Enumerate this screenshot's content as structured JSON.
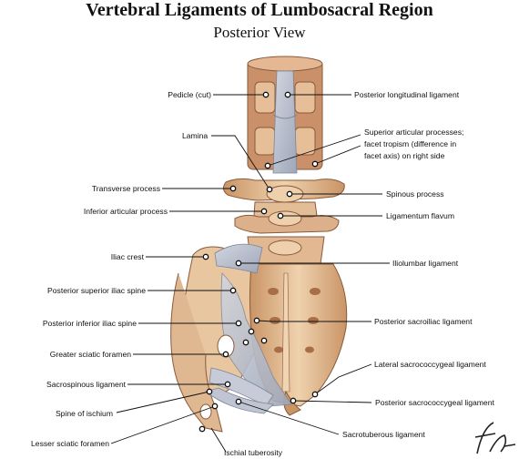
{
  "title": "Vertebral Ligaments of Lumbosacral Region",
  "subtitle": "Posterior View",
  "labels": {
    "pedicle": "Pedicle (cut)",
    "post_long_lig": "Posterior longitudinal ligament",
    "lamina": "Lamina",
    "sup_artic_1": "Superior articular processes;",
    "sup_artic_2": "facet tropism (difference in",
    "sup_artic_3": "facet axis) on right side",
    "transverse": "Transverse process",
    "spinous": "Spinous process",
    "inf_artic": "Inferior articular process",
    "lig_flavum": "Ligamentum flavum",
    "iliac_crest": "Iliac crest",
    "iliolumbar": "Iliolumbar ligament",
    "psis": "Posterior superior iliac spine",
    "pis": "Posterior inferior iliac spine",
    "post_sacroiliac": "Posterior sacroiliac ligament",
    "greater_sciatic": "Greater sciatic foramen",
    "lat_sacrococcygeal": "Lateral sacrococcygeal ligament",
    "sacrospinous": "Sacrospinous ligament",
    "spine_ischium": "Spine of ischium",
    "post_sacrococcygeal": "Posterior sacrococcygeal ligament",
    "lesser_sciatic": "Lesser sciatic foramen",
    "sacrotuberous": "Sacrotuberous ligament",
    "ischial_tuberosity": "Ischial tuberosity"
  },
  "signature": "F. Netter",
  "colors": {
    "bone": "#e7c29a",
    "bone_shadow": "#b88358",
    "ligament": "#b6bccb",
    "vertebra_cut": "#c9906a"
  }
}
